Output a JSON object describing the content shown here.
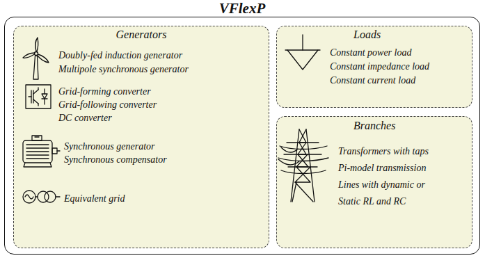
{
  "diagram": {
    "nodes": [
      {
        "text": [
          "VFlexP"
        ]
      },
      {
        "text": [
          "Generators",
          "Doubly-fed induction generator",
          "Multipole synchronous generator",
          "Grid-forming converter",
          "Grid-following converter",
          "DC converter",
          "Synchronous generator",
          "Synchronous compensator",
          "Equivalent grid"
        ],
        "in": 0
      },
      {
        "text": [
          "Loads",
          "Constant power load",
          "Constant impedance load",
          "Constant current load"
        ],
        "in": 0
      },
      {
        "text": [
          "Branches",
          "Transformers with taps",
          "Pi-model transmission",
          "Lines with dynamic or",
          "Static RL and RC"
        ],
        "in": 0
      }
    ]
  }
}
